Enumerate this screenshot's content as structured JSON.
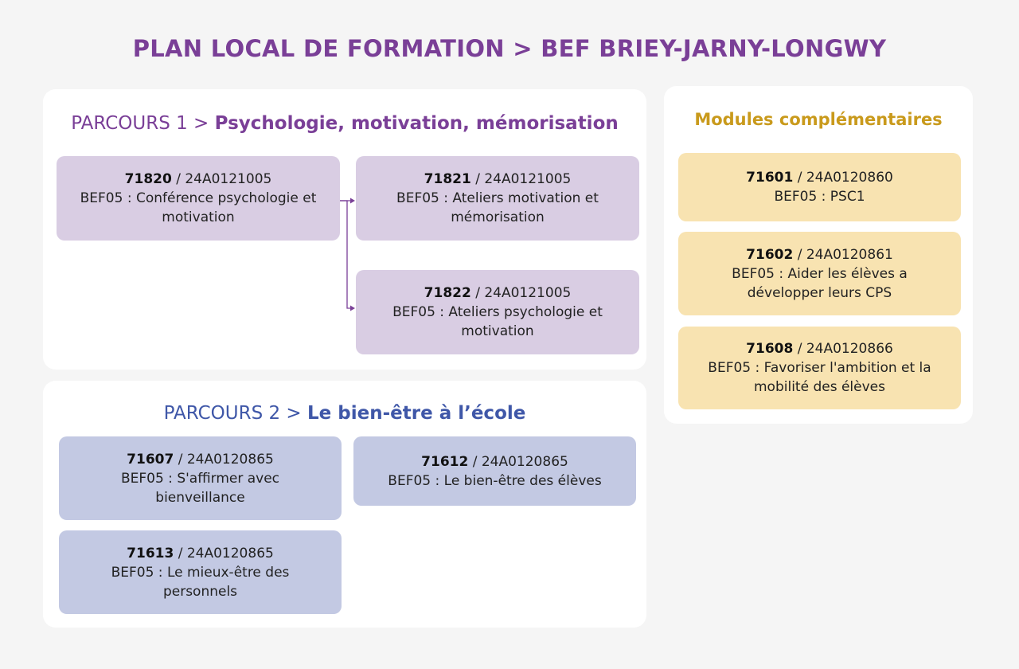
{
  "title": "PLAN LOCAL DE FORMATION > BEF BRIEY-JARNY-LONGWY",
  "parcours1": {
    "prefix": "PARCOURS 1 > ",
    "name": "Psychologie, motivation, mémorisation",
    "color": "#7a3f97",
    "card_color": "#d9cde3",
    "cards": [
      {
        "num": "71820",
        "ref": " / 24A0121005",
        "text": "BEF05 : Conférence psychologie et motivation"
      },
      {
        "num": "71821",
        "ref": " / 24A0121005",
        "text": "BEF05 : Ateliers motivation et mémorisation"
      },
      {
        "num": "71822",
        "ref": " / 24A0121005",
        "text": "BEF05 : Ateliers psychologie et motivation"
      }
    ]
  },
  "parcours2": {
    "prefix": "PARCOURS 2 > ",
    "name": "Le bien-être à l’école",
    "color": "#3f57a8",
    "card_color": "#c3c9e3",
    "cards": [
      {
        "num": "71607",
        "ref": " / 24A0120865",
        "text": "BEF05 : S'affirmer avec bienveillance"
      },
      {
        "num": "71612",
        "ref": " / 24A0120865",
        "text": "BEF05 : Le bien-être des élèves"
      },
      {
        "num": "71613",
        "ref": " / 24A0120865",
        "text": "BEF05 : Le mieux-être des personnels"
      }
    ]
  },
  "modules": {
    "title": "Modules complémentaires",
    "color": "#c99a1c",
    "card_color": "#f8e3b1",
    "cards": [
      {
        "num": "71601",
        "ref": " / 24A0120860",
        "text": "BEF05 : PSC1"
      },
      {
        "num": "71602",
        "ref": " / 24A0120861",
        "text": "BEF05 : Aider les élèves a développer leurs CPS"
      },
      {
        "num": "71608",
        "ref": " / 24A0120866",
        "text": "BEF05 : Favoriser l'ambition et la mobilité des élèves"
      }
    ]
  }
}
